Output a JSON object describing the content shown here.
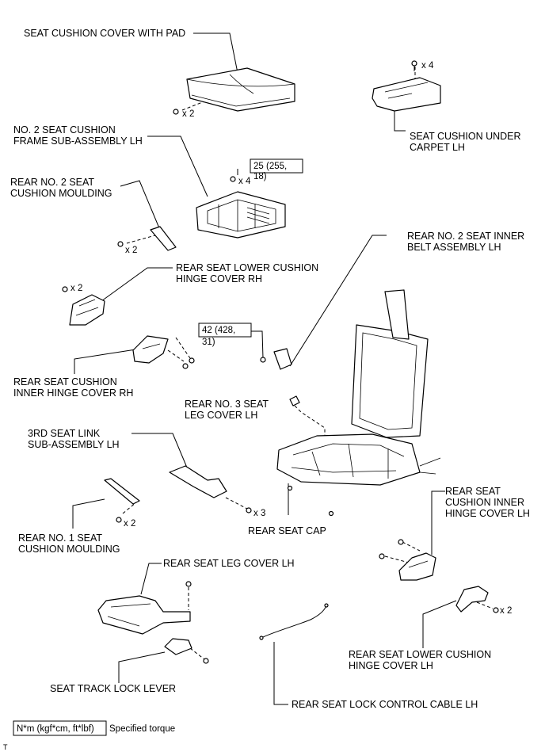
{
  "parts": {
    "seat_cushion_cover": [
      "SEAT CUSHION COVER WITH PAD"
    ],
    "under_carpet": [
      "SEAT CUSHION UNDER",
      "CARPET LH"
    ],
    "frame_lh": [
      "NO. 2 SEAT CUSHION",
      "FRAME SUB-ASSEMBLY LH"
    ],
    "rear_no2_moulding": [
      "REAR NO. 2 SEAT",
      "CUSHION MOULDING"
    ],
    "inner_belt": [
      "REAR NO. 2 SEAT INNER",
      "BELT ASSEMBLY LH"
    ],
    "lower_hinge_rh": [
      "REAR SEAT LOWER CUSHION",
      "HINGE COVER RH"
    ],
    "inner_hinge_rh": [
      "REAR SEAT CUSHION",
      "INNER HINGE COVER RH"
    ],
    "no3_leg_cover": [
      "REAR NO. 3 SEAT",
      "LEG COVER LH"
    ],
    "link_3rd": [
      "3RD SEAT LINK",
      "SUB-ASSEMBLY LH"
    ],
    "no1_moulding": [
      "REAR NO. 1 SEAT",
      "CUSHION MOULDING"
    ],
    "seat_cap": [
      "REAR SEAT CAP"
    ],
    "inner_hinge_lh": [
      "REAR SEAT",
      "CUSHION INNER",
      "HINGE COVER LH"
    ],
    "leg_cover_lh": [
      "REAR SEAT LEG COVER LH"
    ],
    "lower_hinge_lh": [
      "REAR SEAT LOWER CUSHION",
      "HINGE COVER LH"
    ],
    "track_lever": [
      "SEAT TRACK LOCK LEVER"
    ],
    "cable_lh": [
      "REAR SEAT LOCK CONTROL CABLE LH"
    ]
  },
  "quantities": {
    "q_cover": "x 2",
    "q_carpet": "x 4",
    "q_frame": "x 4",
    "q_moulding2": "x 2",
    "q_hinge_rh": "x 2",
    "q_link": "x 3",
    "q_moulding1": "x 2",
    "q_hinge_lh": "x 2"
  },
  "torques": {
    "t1": [
      "25 (255,",
      "18)"
    ],
    "t2": [
      "42 (428,",
      "31)"
    ]
  },
  "legend": {
    "torque_box": "N*m (kgf*cm, ft*lbf)",
    "description": "Specified torque"
  },
  "corner_mark": "T"
}
